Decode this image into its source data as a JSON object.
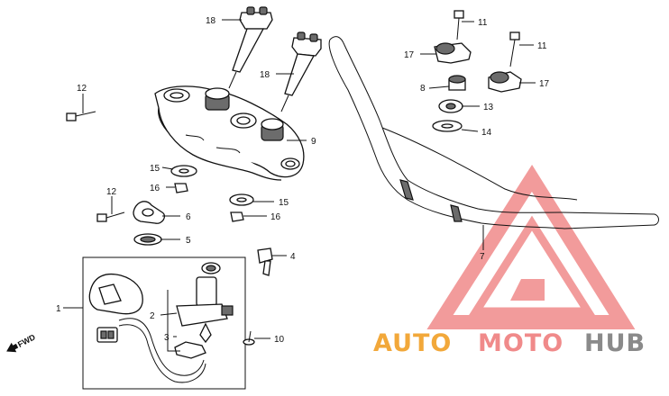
{
  "diagram": {
    "callouts": [
      {
        "id": "c18a",
        "label": "18"
      },
      {
        "id": "c18b",
        "label": "18"
      },
      {
        "id": "c12a",
        "label": "12"
      },
      {
        "id": "c9",
        "label": "9"
      },
      {
        "id": "c15a",
        "label": "15"
      },
      {
        "id": "c16a",
        "label": "16"
      },
      {
        "id": "c12b",
        "label": "12"
      },
      {
        "id": "c6",
        "label": "6"
      },
      {
        "id": "c5",
        "label": "5"
      },
      {
        "id": "c15b",
        "label": "15"
      },
      {
        "id": "c16b",
        "label": "16"
      },
      {
        "id": "c4",
        "label": "4"
      },
      {
        "id": "c1",
        "label": "1"
      },
      {
        "id": "c2",
        "label": "2"
      },
      {
        "id": "c3",
        "label": "3"
      },
      {
        "id": "c10",
        "label": "10"
      },
      {
        "id": "c11a",
        "label": "11"
      },
      {
        "id": "c11b",
        "label": "11"
      },
      {
        "id": "c17a",
        "label": "17"
      },
      {
        "id": "c17b",
        "label": "17"
      },
      {
        "id": "c8",
        "label": "8"
      },
      {
        "id": "c13",
        "label": "13"
      },
      {
        "id": "c14",
        "label": "14"
      },
      {
        "id": "c7",
        "label": "7"
      }
    ],
    "direction_label": "FWD"
  },
  "watermark": {
    "part1": "AUTO",
    "part2": "MOTO",
    "part3": "HUB",
    "colors": {
      "triangle": "#f08a8a",
      "auto": "#f2a83a",
      "moto": "#f08a8a",
      "hub": "#8a8a8a"
    }
  }
}
